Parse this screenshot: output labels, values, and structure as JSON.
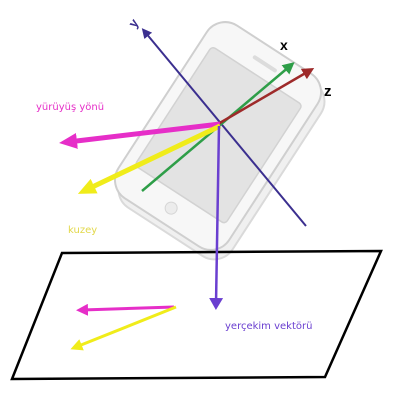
{
  "labels": {
    "axis_y": "y",
    "axis_x": "x",
    "axis_z": "z",
    "walking_direction": "yürüyüş yönü",
    "north": "kuzey",
    "gravity_vector": "yerçekim vektörü"
  },
  "colors": {
    "axis_y": "#3b2f8f",
    "axis_x": "#2e9e48",
    "axis_z": "#9e2a2a",
    "walking_direction": "#e62ec8",
    "north": "#f0ec1a",
    "gravity_vector": "#6a3fd0",
    "plane_outline": "#000000",
    "phone_body": "#f6f6f6",
    "phone_outline": "#d0d0d0",
    "phone_screen": "#e2e2e2"
  }
}
